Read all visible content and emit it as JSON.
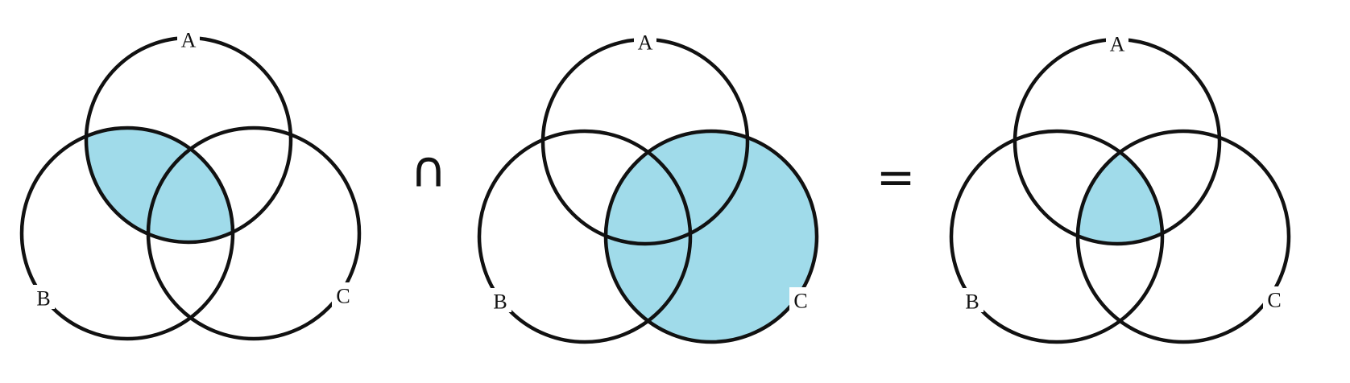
{
  "fill_color": "#a0dbea",
  "stroke_color": "#111111",
  "operators": {
    "intersection": "∩",
    "equals": "="
  },
  "diagrams": [
    {
      "labels": {
        "a": "A",
        "b": "B",
        "c": "C"
      },
      "shaded_region": "A ∩ B"
    },
    {
      "labels": {
        "a": "A",
        "b": "B",
        "c": "C"
      },
      "shaded_region": "C"
    },
    {
      "labels": {
        "a": "A",
        "b": "B",
        "c": "C"
      },
      "shaded_region": "A ∩ B ∩ C"
    }
  ]
}
